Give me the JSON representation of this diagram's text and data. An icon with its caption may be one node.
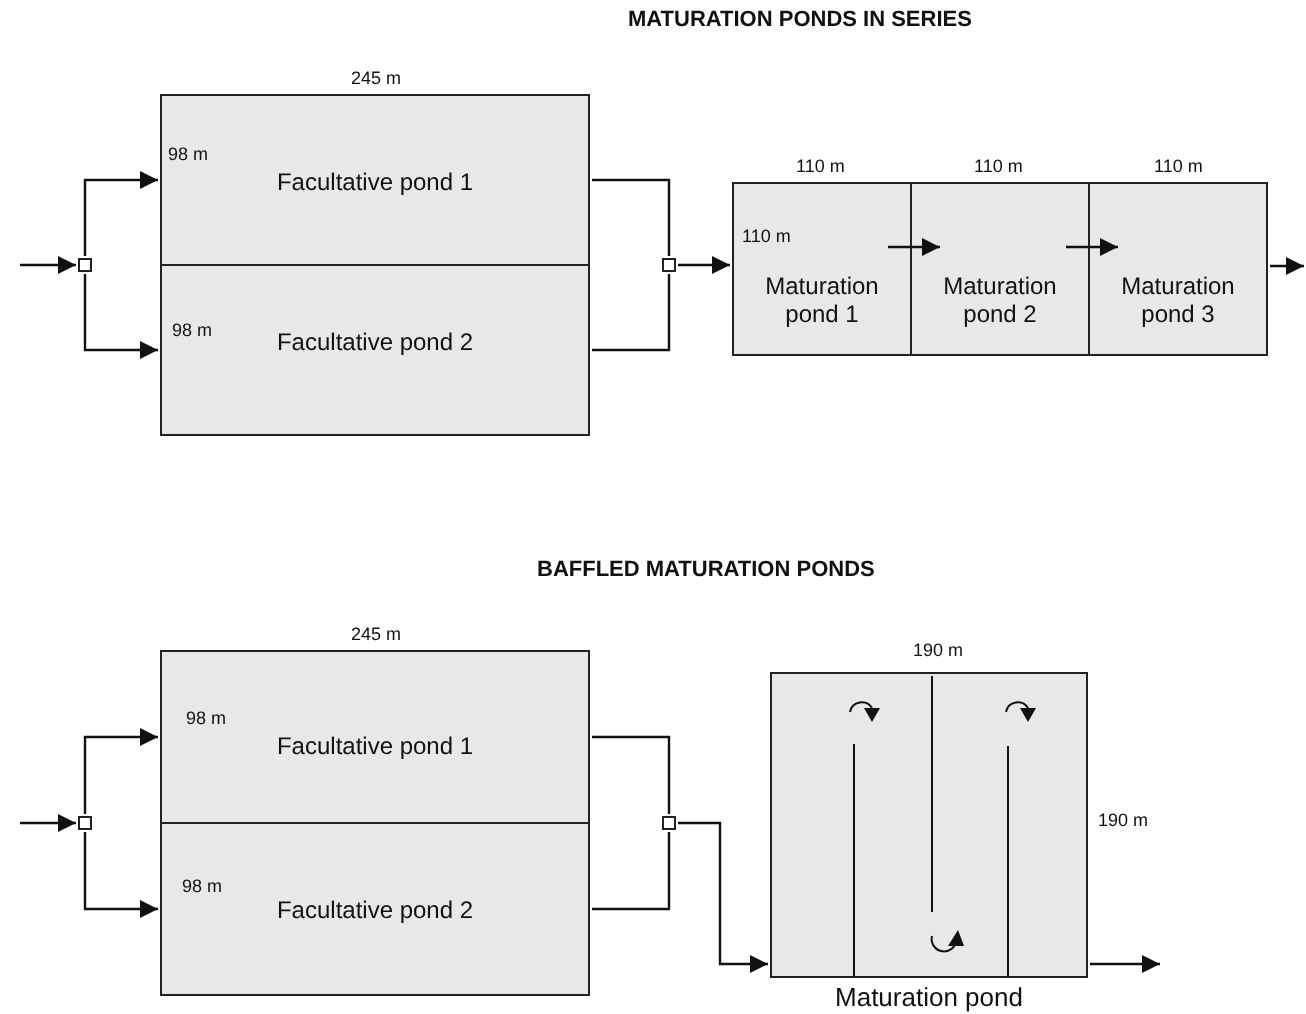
{
  "diagram": {
    "nodes": [
      {
        "text": [],
        "shape": "box"
      },
      {
        "text": [
          "Facultative pond 1"
        ]
      },
      {
        "text": [
          "Facultative pond 2"
        ]
      },
      {
        "text": [],
        "shape": "box"
      },
      {
        "text": [
          "Maturation pond 1"
        ]
      },
      {
        "text": [
          "Maturation pond 2"
        ]
      },
      {
        "text": [
          "Maturation pond 3"
        ]
      },
      {
        "text": [],
        "shape": "box"
      },
      {
        "text": [
          "Facultative pond 1"
        ]
      },
      {
        "text": [
          "Facultative pond 2"
        ]
      },
      {
        "text": [],
        "shape": "box"
      },
      {
        "text": [
          "Maturation pond"
        ]
      }
    ],
    "edges": [
      {
        "from": null,
        "to": 0,
        "arrow": "to"
      },
      {
        "from": 0,
        "to": 1,
        "arrow": "to"
      },
      {
        "from": 0,
        "to": 2,
        "arrow": "to"
      },
      {
        "from": 1,
        "to": 3,
        "arrow": "none"
      },
      {
        "from": 2,
        "to": 3,
        "arrow": "none"
      },
      {
        "from": 3,
        "to": 4,
        "arrow": "to"
      },
      {
        "from": 4,
        "to": 5,
        "arrow": "to"
      },
      {
        "from": 5,
        "to": 6,
        "arrow": "to"
      },
      {
        "from": 6,
        "to": null,
        "arrow": "to"
      },
      {
        "from": null,
        "to": 7,
        "arrow": "to"
      },
      {
        "from": 7,
        "to": 8,
        "arrow": "to"
      },
      {
        "from": 7,
        "to": 9,
        "arrow": "to"
      },
      {
        "from": 8,
        "to": 10,
        "arrow": "none"
      },
      {
        "from": 9,
        "to": 10,
        "arrow": "none"
      },
      {
        "from": 10,
        "to": 11,
        "arrow": "to"
      },
      {
        "from": 11,
        "to": null,
        "arrow": "to"
      }
    ],
    "labels": [
      "MATURATION PONDS IN SERIES",
      "245 m",
      "110 m",
      "110 m",
      "110 m",
      "98 m",
      "110 m",
      "98 m",
      "BAFFLED MATURATION PONDS",
      "245 m",
      "190 m",
      "98 m",
      "190 m",
      "98 m"
    ]
  }
}
